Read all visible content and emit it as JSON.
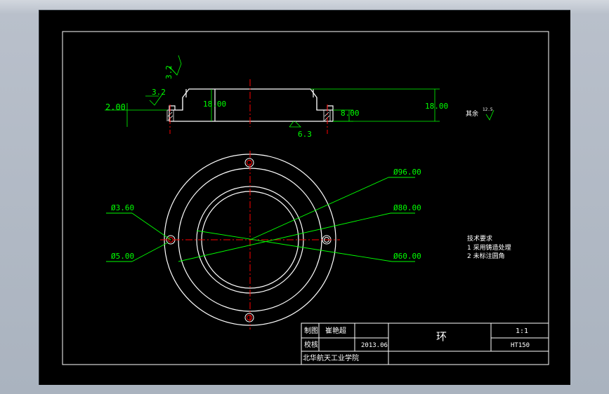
{
  "colors": {
    "background": "#000000",
    "frame": "#ffffff",
    "geometry": "#ffffff",
    "dimension": "#00ff00",
    "centerline": "#ff0000",
    "text": "#ffffff",
    "dimtext": "#00ff00"
  },
  "section_view": {
    "roughness_top": "3.2",
    "roughness_left": "3.2",
    "roughness_bottom": "6.3",
    "dim_left": "2.00",
    "dim_height": "18.00",
    "dim_step": "8.00",
    "dim_right": "18.00"
  },
  "roughness_rest": {
    "label": "其余",
    "value": "12.5"
  },
  "plan_view": {
    "dim_d96": "Ø96.00",
    "dim_d80": "Ø80.00",
    "dim_d60": "Ø60.00",
    "dim_d36": "Ø3.60",
    "dim_d5": "Ø5.00"
  },
  "tech_requirements": {
    "title": "技术要求",
    "line1": "1 采用铸造处理",
    "line2": "2 未标注圆角"
  },
  "title_block": {
    "drawn_label": "制图",
    "drawn_name": "崔艳超",
    "check_label": "校核",
    "date": "2013.06",
    "part_name": "环",
    "scale": "1:1",
    "material": "HT150",
    "school": "北华航天工业学院"
  }
}
